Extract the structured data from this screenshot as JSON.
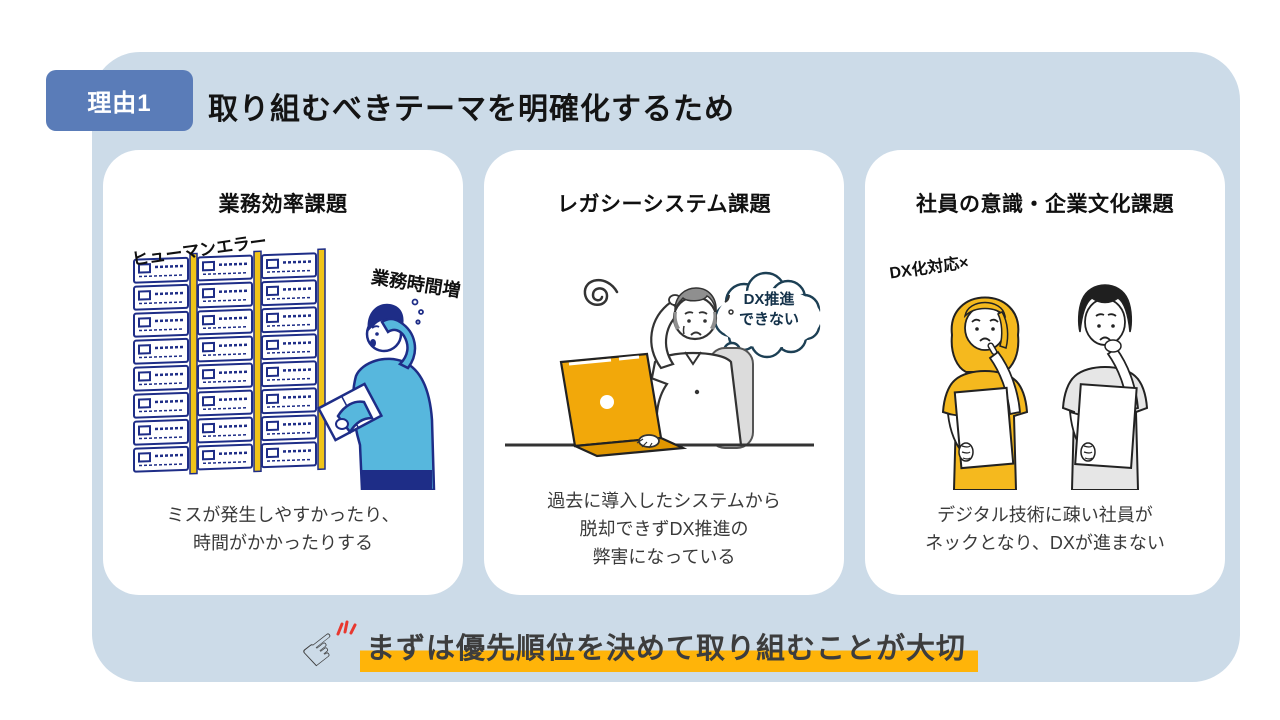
{
  "slide": {
    "badge_label": "理由1",
    "title": "取り組むべきテーマを明確化するため"
  },
  "cards": [
    {
      "title": "業務効率課題",
      "illustration": "worker-overwhelmed-by-filing-cabinets",
      "labels": {
        "left": "ヒューマンエラー",
        "right": "業務時間増"
      },
      "caption": {
        "line1": "ミスが発生しやすかったり、",
        "line2": "時間がかかったりする"
      }
    },
    {
      "title": "レガシーシステム課題",
      "illustration": "stressed-man-at-laptop",
      "thought_bubble": {
        "line1": "DX推進",
        "line2": "できない"
      },
      "caption": {
        "line1": "過去に導入したシステムから",
        "line2": "脱却できずDX推進の",
        "line3": "弊害になっている"
      }
    },
    {
      "title": "社員の意識・企業文化課題",
      "illustration": "two-puzzled-employees",
      "labels": {
        "left": "DX化対応×"
      },
      "caption": {
        "line1": "デジタル技術に疎い社員が",
        "line2": "ネックとなり、DXが進まない"
      }
    }
  ],
  "footer": {
    "icon": "pointing-hand-icon",
    "icon_glyph": "☞",
    "message": "まずは優先順位を決めて取り組むことが大切"
  },
  "colors": {
    "panel_bg": "#CCDBE8",
    "badge_bg": "#5A7CB8",
    "badge_text": "#FFFFFF",
    "card_bg": "#FFFFFF",
    "heading_text": "#141414",
    "caption_text": "#3A3A3A",
    "highlight_yellow": "#FFB409",
    "illustration_navy": "#1E2D87",
    "illustration_light_blue": "#57B7DD",
    "illustration_yellow": "#F2A80A",
    "cabinet_bar_yellow": "#F0C419",
    "cloud_outline": "#1C3F54",
    "spark_red": "#E8382F"
  }
}
